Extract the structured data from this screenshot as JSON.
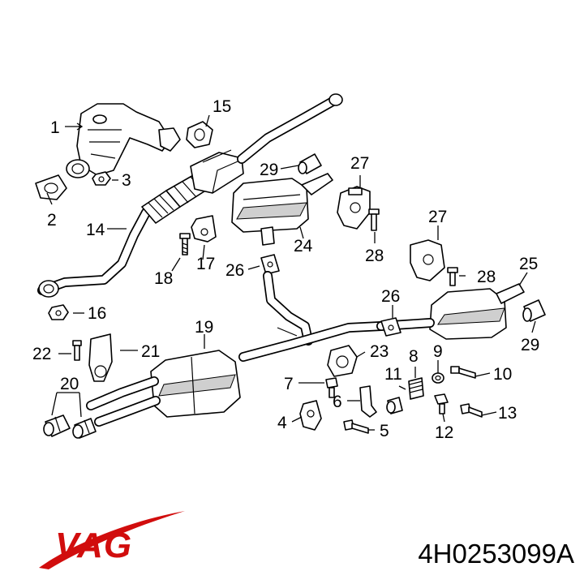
{
  "callouts": [
    {
      "id": "c1",
      "text": "1"
    },
    {
      "id": "c2",
      "text": "2"
    },
    {
      "id": "c3",
      "text": "3"
    },
    {
      "id": "c4",
      "text": "4"
    },
    {
      "id": "c5",
      "text": "5"
    },
    {
      "id": "c6",
      "text": "6"
    },
    {
      "id": "c7",
      "text": "7"
    },
    {
      "id": "c8",
      "text": "8"
    },
    {
      "id": "c9",
      "text": "9"
    },
    {
      "id": "c10",
      "text": "10"
    },
    {
      "id": "c11",
      "text": "11"
    },
    {
      "id": "c12",
      "text": "12"
    },
    {
      "id": "c13",
      "text": "13"
    },
    {
      "id": "c14",
      "text": "14"
    },
    {
      "id": "c15",
      "text": "15"
    },
    {
      "id": "c16",
      "text": "16"
    },
    {
      "id": "c17",
      "text": "17"
    },
    {
      "id": "c18",
      "text": "18"
    },
    {
      "id": "c19",
      "text": "19"
    },
    {
      "id": "c20",
      "text": "20"
    },
    {
      "id": "c21",
      "text": "21"
    },
    {
      "id": "c22",
      "text": "22"
    },
    {
      "id": "c23",
      "text": "23"
    },
    {
      "id": "c24",
      "text": "24"
    },
    {
      "id": "c25",
      "text": "25"
    },
    {
      "id": "c26a",
      "text": "26"
    },
    {
      "id": "c26b",
      "text": "26"
    },
    {
      "id": "c27a",
      "text": "27"
    },
    {
      "id": "c27b",
      "text": "27"
    },
    {
      "id": "c28a",
      "text": "28"
    },
    {
      "id": "c28b",
      "text": "28"
    },
    {
      "id": "c29a",
      "text": "29"
    },
    {
      "id": "c29b",
      "text": "29"
    }
  ],
  "brand": {
    "name": "VAG",
    "color": "#d10d0d"
  },
  "part_number": "4H0253099A"
}
